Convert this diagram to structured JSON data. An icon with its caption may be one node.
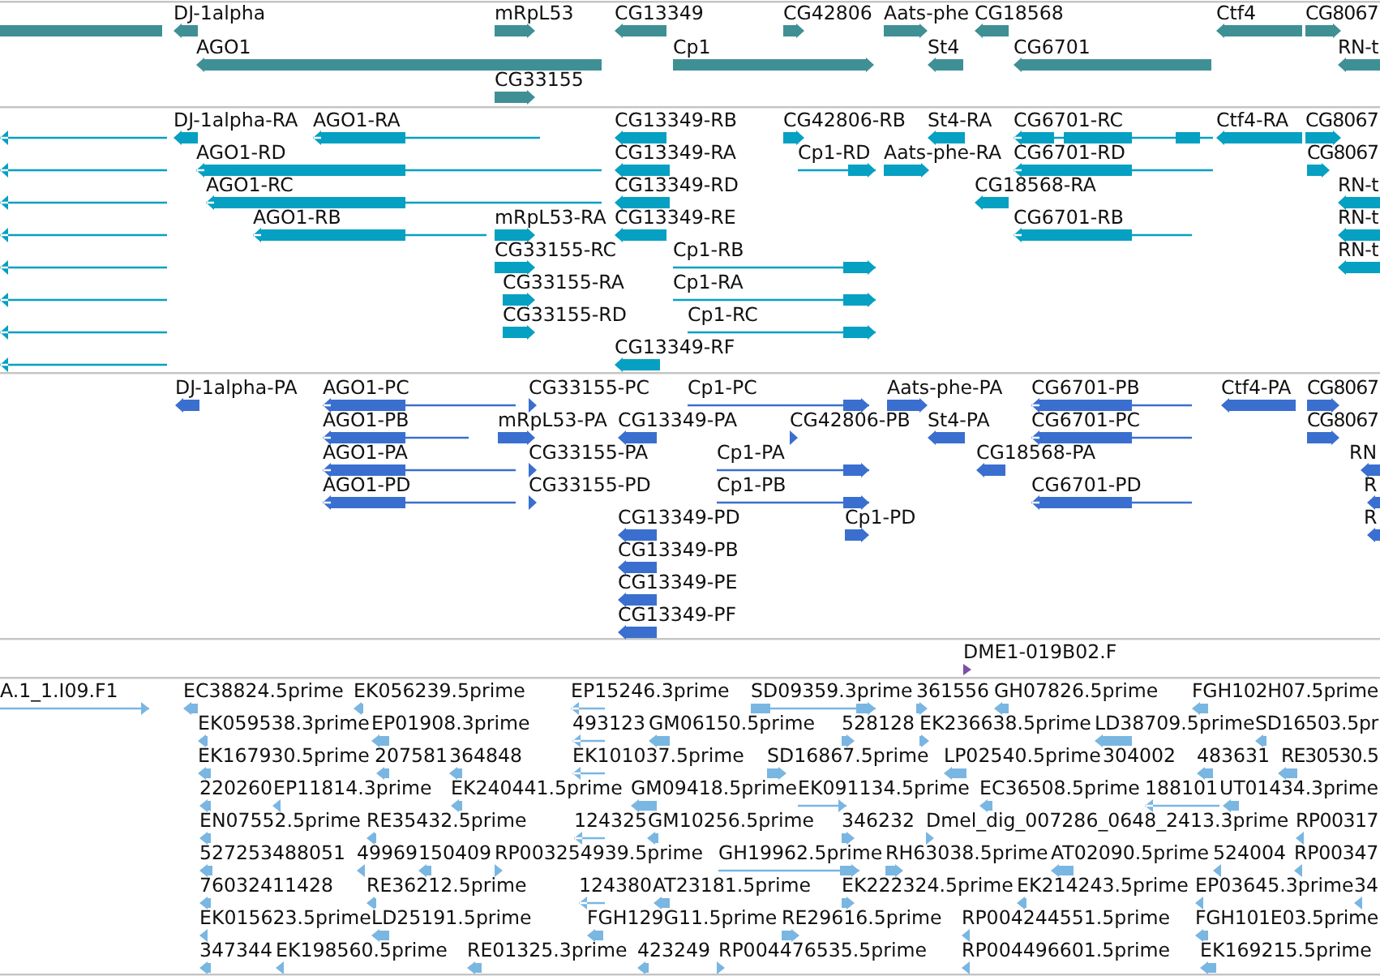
{
  "diagram": {
    "labels": [
      "DJ-1alpha",
      "mRpL53",
      "CG13349",
      "CG42806",
      "Aats-phe",
      "CG18568",
      "Ctf4",
      "CG8067",
      "AGO1",
      "Cp1",
      "St4",
      "CG6701",
      "RN-t",
      "CG33155",
      "DJ-1alpha-RA",
      "AGO1-RA",
      "CG13349-RB",
      "CG42806-RB",
      "St4-RA",
      "CG6701-RC",
      "Ctf4-RA",
      "CG8067",
      "AGO1-RD",
      "CG13349-RA",
      "Cp1-RD",
      "Aats-phe-RA",
      "CG6701-RD",
      "CG8067",
      "AGO1-RC",
      "CG13349-RD",
      "CG18568-RA",
      "RN-t",
      "AGO1-RB",
      "mRpL53-RA",
      "CG13349-RE",
      "CG6701-RB",
      "RN-t",
      "CG33155-RC",
      "Cp1-RB",
      "RN-t",
      "CG33155-RA",
      "Cp1-RA",
      "CG33155-RD",
      "Cp1-RC",
      "CG13349-RF",
      "DJ-1alpha-PA",
      "AGO1-PC",
      "CG33155-PC",
      "Cp1-PC",
      "Aats-phe-PA",
      "CG6701-PB",
      "Ctf4-PA",
      "CG8067",
      "AGO1-PB",
      "mRpL53-PA",
      "CG13349-PA",
      "CG42806-PB",
      "St4-PA",
      "CG6701-PC",
      "CG8067",
      "AGO1-PA",
      "CG33155-PA",
      "Cp1-PA",
      "CG18568-PA",
      "RN",
      "AGO1-PD",
      "CG33155-PD",
      "Cp1-PB",
      "CG6701-PD",
      "R",
      "CG13349-PD",
      "Cp1-PD",
      "R",
      "CG13349-PB",
      "CG13349-PE",
      "CG13349-PF",
      "DME1-019B02.F",
      "A.1_1.I09.F1",
      "EC38824.5prime",
      "EK056239.5prime",
      "EP15246.3prime",
      "SD09359.3prime",
      "361556",
      "GH07826.5prime",
      "FGH102H07.5prime",
      "EK059538.3prime",
      "EP01908.3prime",
      "493123",
      "GM06150.5prime",
      "528128",
      "EK236638.5prime",
      "LD38709.5prime",
      "SD16503.5pr",
      "EK167930.5prime",
      "207581",
      "364848",
      "EK101037.5prime",
      "SD16867.5prime",
      "LP02540.5prime",
      "304002",
      "483631",
      "RE30530.5",
      "220260",
      "EP11814.3prime",
      "EK240441.5prime",
      "GM09418.5prime",
      "EK091134.5prime",
      "EC36508.5prime",
      "188101",
      "UT01434.3prime",
      "EN07552.5prime",
      "RE35432.5prime",
      "124325",
      "GM10256.5prime",
      "346232",
      "Dmel_dig_007286_0648_2413.3prime",
      "RP00317",
      "527253488051",
      "49969",
      "150409",
      "RP003254939.5prime",
      "GH19962.5prime",
      "RH63038.5prime",
      "AT02090.5prime",
      "524004",
      "RP00347",
      "76032411428",
      "RE36212.5prime",
      "124380",
      "AT23181.5prime",
      "EK222324.5prime",
      "EK214243.5prime",
      "EP03645.3prime",
      "34",
      "EK015623.5prime",
      "LD25191.5prime",
      "FGH129G11.5prime",
      "RE29616.5prime",
      "RP004244551.5prime",
      "FGH101E03.5prime",
      "347344",
      "EK198560.5prime",
      "RE01325.3prime",
      "423249",
      "RP004476535.5prime",
      "RP004496601.5prime",
      "EK169215.5prime"
    ]
  }
}
